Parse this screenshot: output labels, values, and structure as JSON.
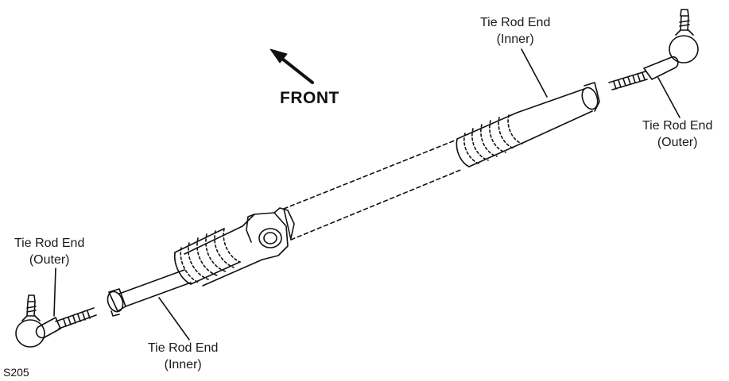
{
  "labels": {
    "front": "FRONT",
    "tre_inner_right": {
      "line1": "Tie Rod End",
      "line2": "(Inner)"
    },
    "tre_outer_right": {
      "line1": "Tie Rod End",
      "line2": "(Outer)"
    },
    "tre_outer_left": {
      "line1": "Tie Rod End",
      "line2": "(Outer)"
    },
    "tre_inner_left": {
      "line1": "Tie Rod End",
      "line2": "(Inner)"
    },
    "figure_code": "S205"
  },
  "colors": {
    "ink": "#111111",
    "background": "#ffffff"
  }
}
